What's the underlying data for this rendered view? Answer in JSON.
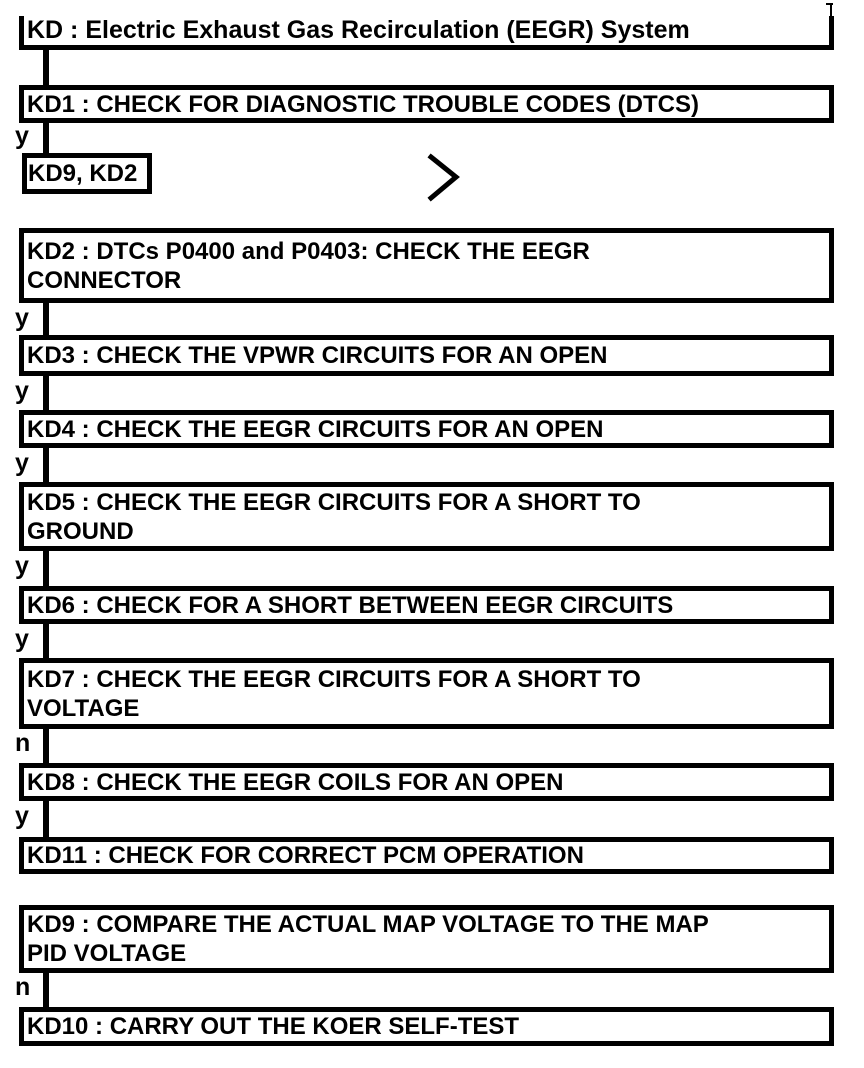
{
  "diagram": {
    "title": "KD : Electric Exhaust Gas Recirculation (EEGR) System",
    "jump_node": "KD9, KD2",
    "chevron_icon": "right-chevron",
    "colors": {
      "ink": "#000000",
      "paper": "#ffffff"
    },
    "steps": [
      {
        "id": "KD1",
        "text": "KD1 : CHECK FOR DIAGNOSTIC TROUBLE CODES (DTCS)",
        "branch": "y"
      },
      {
        "id": "KD2",
        "text": "KD2 : DTCs P0400 and P0403: CHECK THE EEGR\nCONNECTOR",
        "branch": "y"
      },
      {
        "id": "KD3",
        "text": "KD3 : CHECK THE VPWR CIRCUITS FOR AN OPEN",
        "branch": "y"
      },
      {
        "id": "KD4",
        "text": "KD4 : CHECK THE EEGR CIRCUITS FOR AN OPEN",
        "branch": "y"
      },
      {
        "id": "KD5",
        "text": "KD5 : CHECK THE EEGR CIRCUITS FOR A SHORT TO\nGROUND",
        "branch": "y"
      },
      {
        "id": "KD6",
        "text": "KD6 : CHECK FOR A SHORT BETWEEN EEGR CIRCUITS",
        "branch": "y"
      },
      {
        "id": "KD7",
        "text": "KD7 : CHECK THE EEGR CIRCUITS FOR A SHORT TO\nVOLTAGE",
        "branch": "n"
      },
      {
        "id": "KD8",
        "text": "KD8 : CHECK THE EEGR COILS FOR AN OPEN",
        "branch": "y"
      },
      {
        "id": "KD11",
        "text": "KD11 : CHECK FOR CORRECT PCM OPERATION",
        "branch": ""
      },
      {
        "id": "KD9",
        "text": "KD9 : COMPARE THE ACTUAL MAP VOLTAGE TO THE MAP\nPID VOLTAGE",
        "branch": "n"
      },
      {
        "id": "KD10",
        "text": "KD10 : CARRY OUT THE KOER SELF-TEST",
        "branch": ""
      }
    ]
  }
}
